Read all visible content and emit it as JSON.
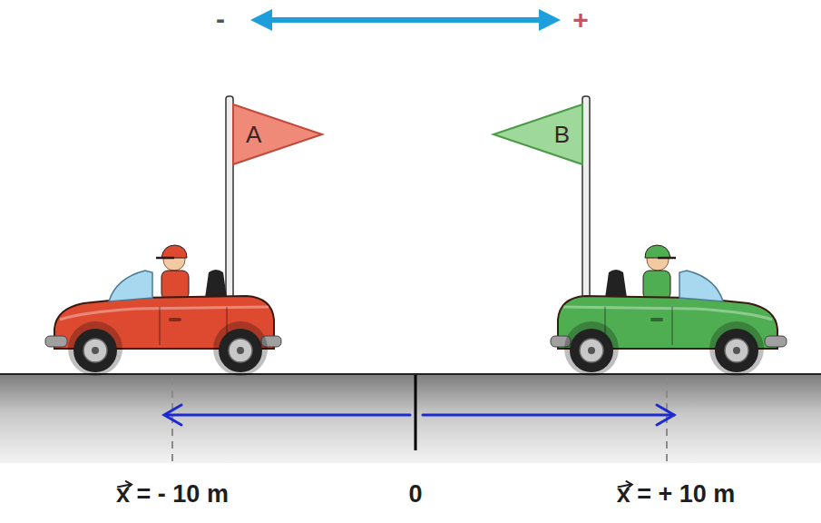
{
  "diagram": {
    "nodes": [
      {
        "text": [
          "A"
        ]
      },
      {
        "text": [
          "B"
        ]
      }
    ],
    "labels": [
      "-",
      "+",
      "x = - 10 m",
      "0",
      "x = + 10 m"
    ]
  }
}
